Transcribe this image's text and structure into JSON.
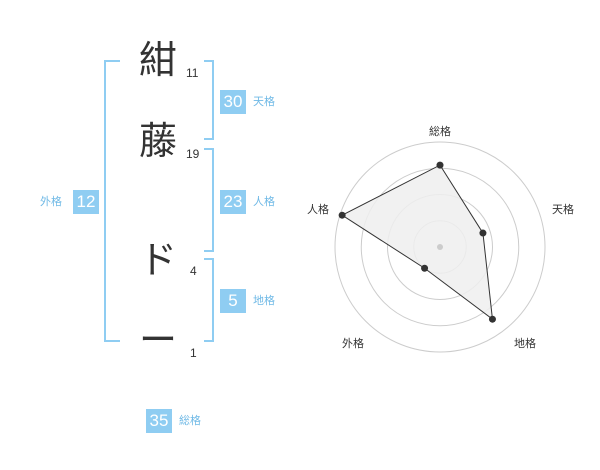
{
  "name": {
    "chars": [
      {
        "char": "紺",
        "strokes": "11"
      },
      {
        "char": "藤",
        "strokes": "19"
      },
      {
        "char": "ド",
        "strokes": "4"
      },
      {
        "char": "ー",
        "strokes": "1"
      }
    ]
  },
  "kaku": {
    "tenkaku": {
      "value": "30",
      "label": "天格"
    },
    "jinkaku": {
      "value": "23",
      "label": "人格"
    },
    "chikaku": {
      "value": "5",
      "label": "地格"
    },
    "gaikaku": {
      "value": "12",
      "label": "外格"
    },
    "soukaku": {
      "value": "35",
      "label": "総格"
    }
  },
  "colors": {
    "accent": "#8fcdf2",
    "label": "#6fb9e6",
    "polygon_fill": "#eeeeee"
  },
  "chart_data": {
    "type": "radar",
    "axes": [
      "総格",
      "天格",
      "地格",
      "外格",
      "人格"
    ],
    "values": [
      0.78,
      0.43,
      0.85,
      0.25,
      0.98
    ],
    "max": 1
  }
}
